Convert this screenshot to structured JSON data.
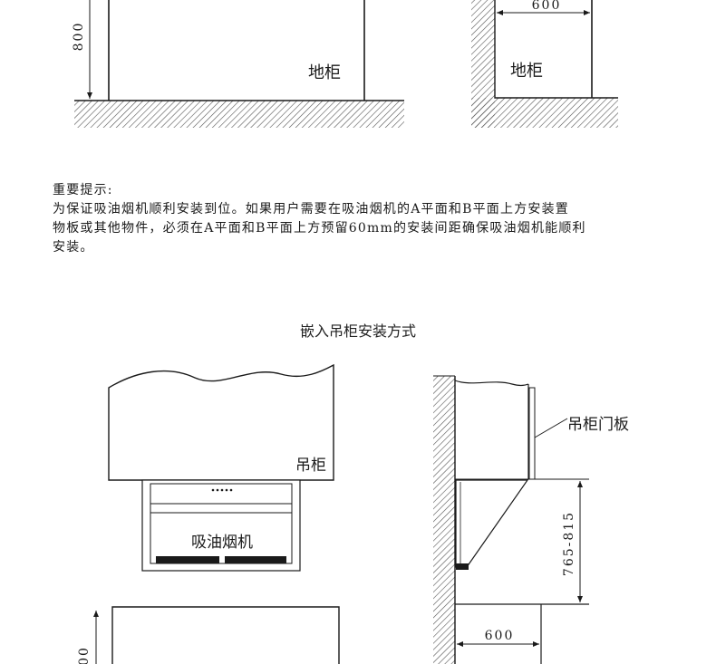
{
  "top_left": {
    "cabinet_label": "地柜",
    "height_dimension": "800"
  },
  "top_right": {
    "cabinet_label": "地柜",
    "width_dimension": "600"
  },
  "tip": {
    "heading": "重要提示:",
    "lines": [
      "为保证吸油烟机顺利安装到位。如果用户需要在吸油烟机的A平面和B平面上方安装置",
      "物板或其他物件，必须在A平面和B平面上方预留60mm的安装间距确保吸油烟机能顺利",
      "安装。"
    ]
  },
  "section_title": "嵌入吊柜安装方式",
  "bottom_left": {
    "wall_cabinet_label": "吊柜",
    "hood_label": "吸油烟机",
    "height_dimension_partial": "00"
  },
  "bottom_right": {
    "door_panel_label": "吊柜门板",
    "height_range": "765-815",
    "width_dimension": "600"
  },
  "colors": {
    "line": "#1a1a1a",
    "hatch": "#555555",
    "background": "#ffffff"
  }
}
